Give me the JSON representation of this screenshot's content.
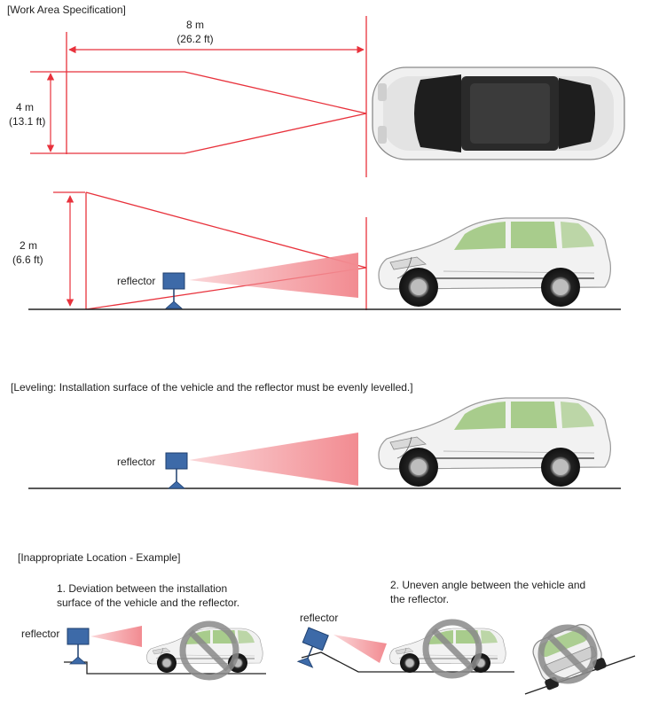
{
  "sections": {
    "work_area": {
      "title": "[Work Area Specification]",
      "width_m": "8 m",
      "width_ft": "(26.2 ft)",
      "spread_m": "4 m",
      "spread_ft": "(13.1 ft)",
      "height_m": "2 m",
      "height_ft": "(6.6 ft)",
      "reflector_label": "reflector"
    },
    "leveling": {
      "title": "[Leveling: Installation surface of the vehicle and the reflector must be evenly levelled.]",
      "reflector_label": "reflector"
    },
    "inappropriate": {
      "title": "[Inappropriate Location - Example]",
      "example1_line1": "1. Deviation between the installation",
      "example1_line2": "surface of the vehicle and the reflector.",
      "example2_line1": "2. Uneven angle between the vehicle and",
      "example2_line2": "the reflector.",
      "reflector_label_1": "reflector",
      "reflector_label_2": "reflector"
    }
  },
  "colors": {
    "dimension_line": "#e8323c",
    "beam": "#f28b91",
    "reflector": "#3d6aa8",
    "ground": "#222222",
    "car_body": "#f2f2f2",
    "car_glass": "#8fbf6a",
    "prohibit": "#8a8a8a"
  }
}
